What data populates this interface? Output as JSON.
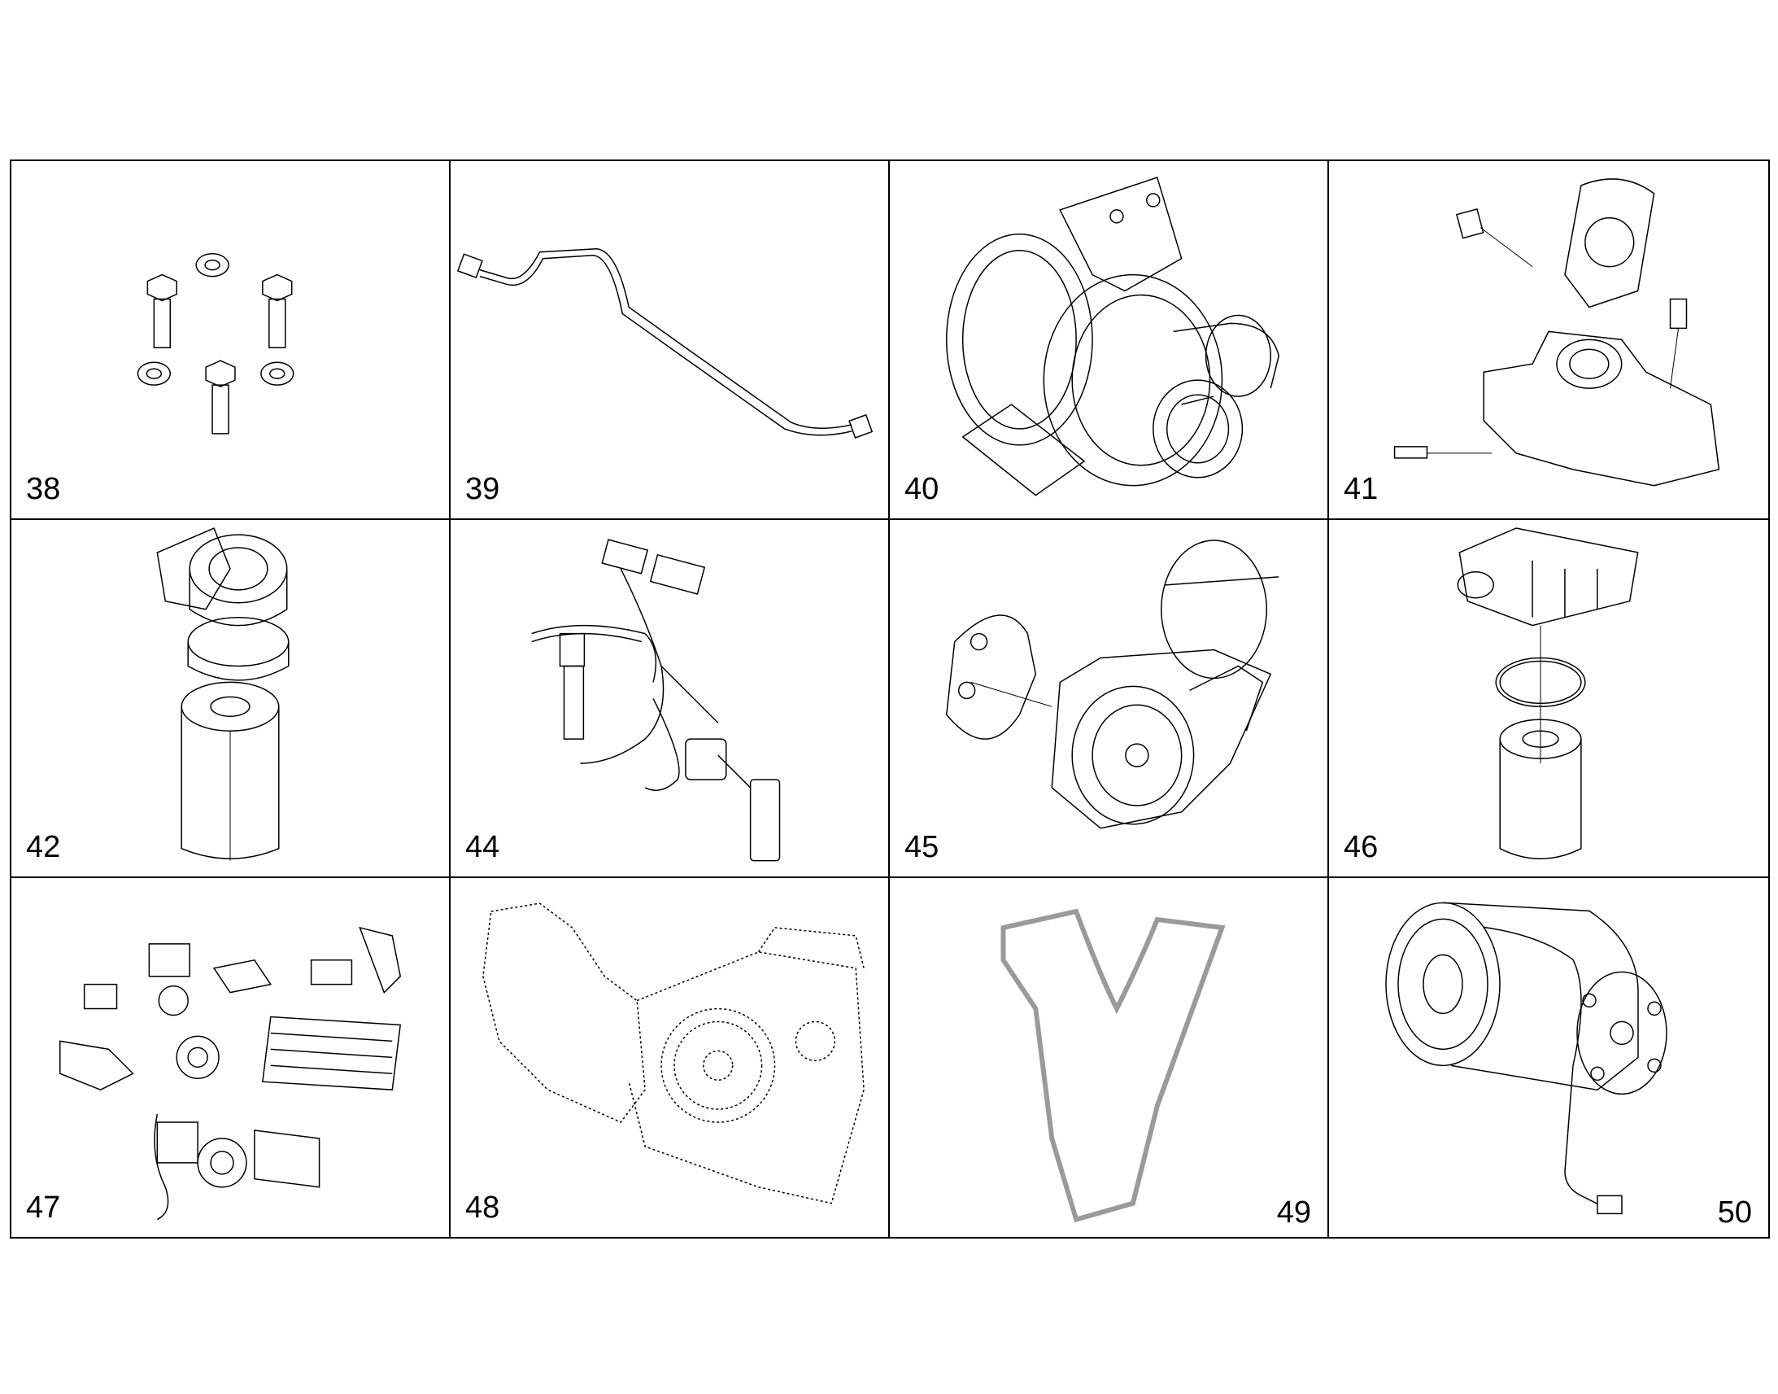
{
  "parts": [
    {
      "number": "38",
      "icon": "bolts-and-nuts-icon"
    },
    {
      "number": "39",
      "icon": "pipe-icon"
    },
    {
      "number": "40",
      "icon": "turbocharger-icon"
    },
    {
      "number": "41",
      "icon": "thermostat-housing-icon"
    },
    {
      "number": "42",
      "icon": "fuel-filter-icon"
    },
    {
      "number": "44",
      "icon": "wiring-harness-icon"
    },
    {
      "number": "45",
      "icon": "belt-tensioner-icon"
    },
    {
      "number": "46",
      "icon": "oil-filter-housing-icon"
    },
    {
      "number": "47",
      "icon": "egr-kit-icon"
    },
    {
      "number": "48",
      "icon": "gear-pump-icon"
    },
    {
      "number": "49",
      "icon": "drive-belt-icon"
    },
    {
      "number": "50",
      "icon": "ac-compressor-icon"
    }
  ]
}
